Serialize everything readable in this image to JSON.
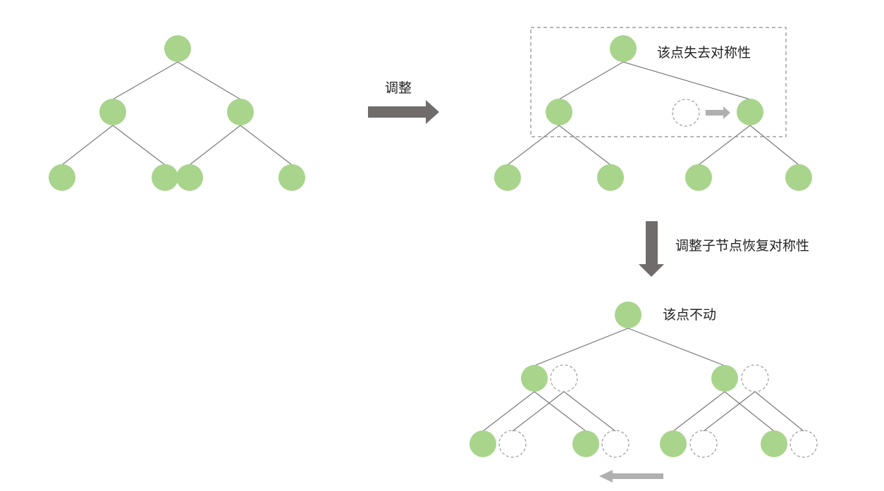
{
  "labels": {
    "adjust": "调整",
    "loses_symmetry": "该点失去对称性",
    "adjust_children": "调整子节点恢复对称性",
    "node_unchanged": "该点不动"
  },
  "colors": {
    "node_fill": "#a8d48c",
    "edge": "#7a7a7a",
    "arrow_dark": "#716c6c",
    "arrow_light": "#b0b0b0",
    "ghost_stroke": "#9a9a9a"
  },
  "icons": {
    "right_arrow": "arrow-right-icon",
    "down_arrow": "arrow-down-icon",
    "small_right_arrow": "small-arrow-right-icon",
    "left_arrow": "arrow-left-icon"
  }
}
